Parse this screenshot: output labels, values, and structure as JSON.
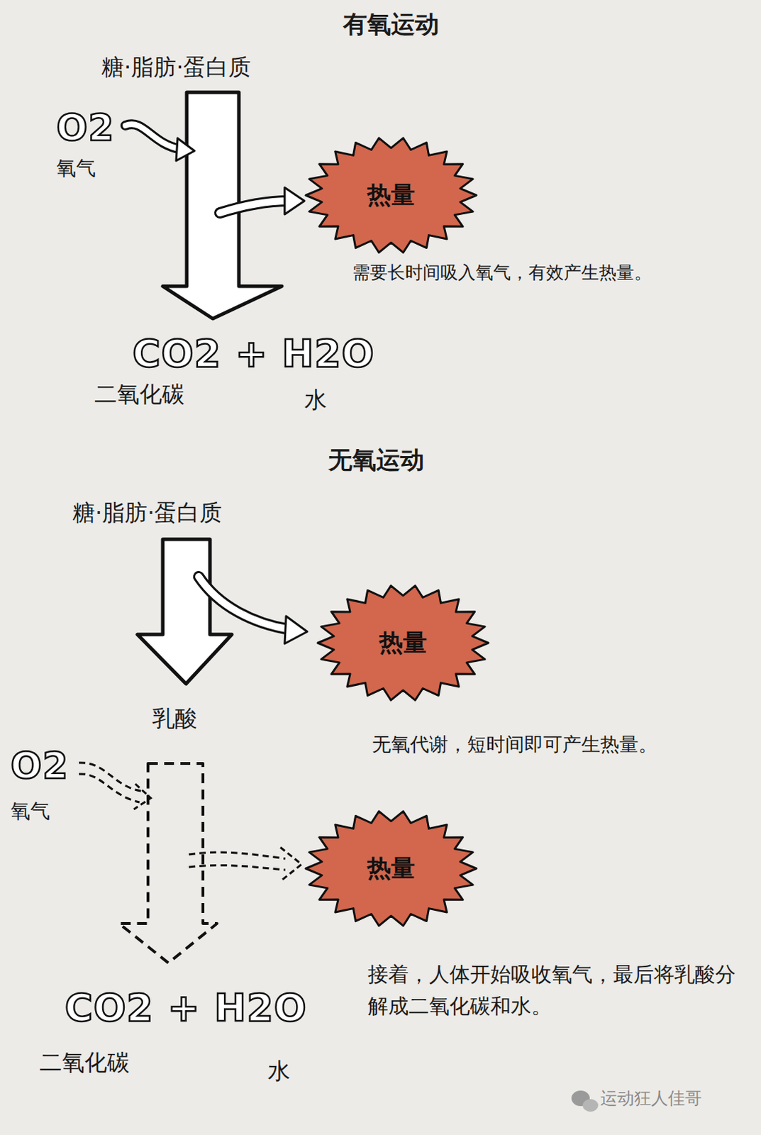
{
  "diagram": {
    "nodes": [
      {
        "text": [
          "热量"
        ]
      },
      {
        "text": [
          "热量"
        ]
      },
      {
        "text": [
          "热量"
        ]
      }
    ],
    "labels": [
      "有氧运动",
      "糖·脂肪·蛋白质",
      "O2",
      "氧气",
      "需要长时间吸入氧气，有效产生热量。",
      "CO2 + H2O",
      "二氧化碳",
      "水",
      "无氧运动",
      "糖·脂肪·蛋白质",
      "乳酸",
      "无氧代谢，短时间即可产生热量。",
      "O2",
      "氧气",
      "接着，人体开始吸收氧气，最后将乳酸分解成二氧化碳和水。",
      "CO2 + H2O",
      "二氧化碳",
      "水",
      "运动狂人佳哥"
    ]
  }
}
